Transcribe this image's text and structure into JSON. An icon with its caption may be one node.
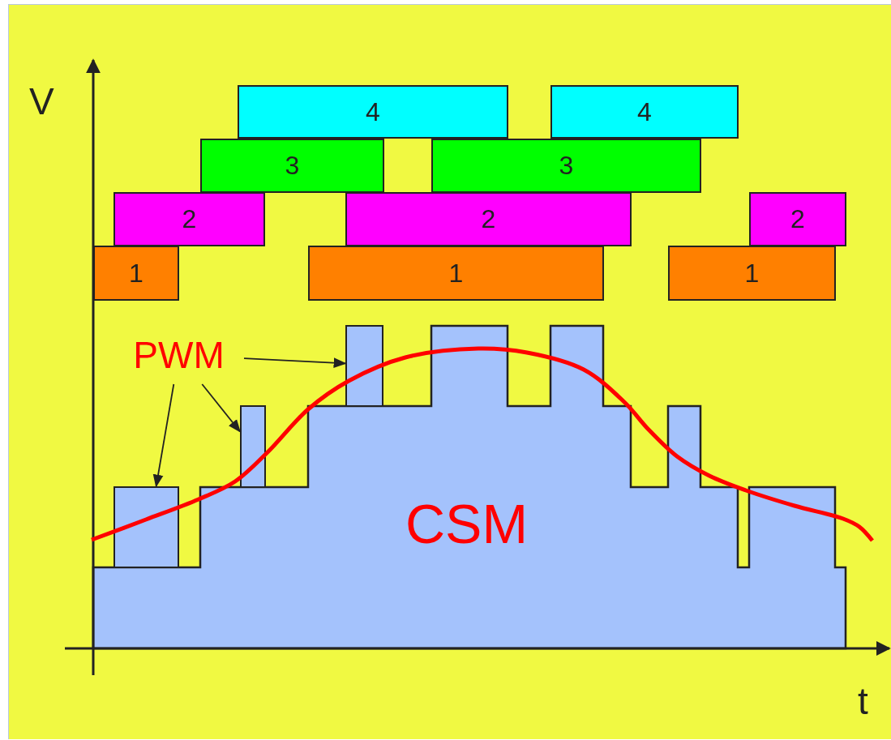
{
  "diagram": {
    "nodes": [
      {
        "text": [
          "4"
        ]
      },
      {
        "text": [
          "4"
        ]
      },
      {
        "text": [
          "3"
        ]
      },
      {
        "text": [
          "3"
        ]
      },
      {
        "text": [
          "2"
        ]
      },
      {
        "text": [
          "2"
        ]
      },
      {
        "text": [
          "2"
        ]
      },
      {
        "text": [
          "1"
        ]
      },
      {
        "text": [
          "1"
        ]
      },
      {
        "text": [
          "1"
        ]
      },
      {
        "text": [
          "PWM"
        ]
      },
      {
        "text": [],
        "shape": "bar"
      },
      {
        "text": [],
        "shape": "bar"
      },
      {
        "text": [],
        "shape": "bar"
      }
    ],
    "edges": [
      {
        "from": 10,
        "to": 11,
        "arrow": "to"
      },
      {
        "from": 10,
        "to": 12,
        "arrow": "to"
      },
      {
        "from": 10,
        "to": 13,
        "arrow": "to"
      }
    ],
    "labels": [
      "V",
      "CSM",
      "t"
    ]
  }
}
